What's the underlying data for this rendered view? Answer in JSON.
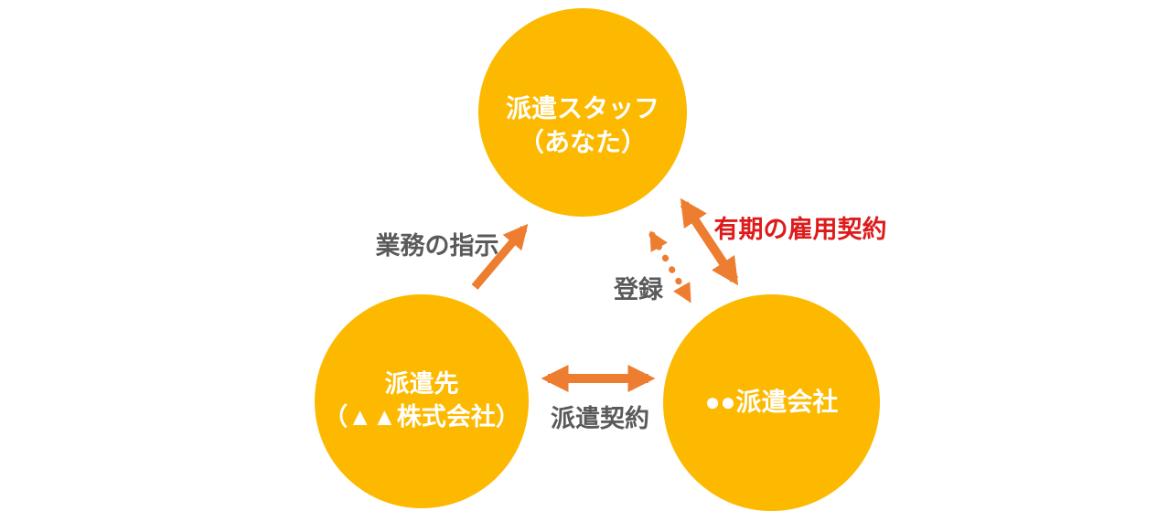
{
  "colors": {
    "background": "#FFFFFF",
    "node_fill": "#FCB900",
    "node_text": "#FFFFFF",
    "arrow": "#ED7D31",
    "label_gray": "#5A5A5A",
    "label_red": "#DE1B1B"
  },
  "nodes": {
    "staff": {
      "line1": "派遣スタッフ",
      "line2": "（あなた）"
    },
    "client": {
      "line1": "派遣先",
      "line2": "（▲▲株式会社）"
    },
    "agency": {
      "line1": "●●派遣会社"
    }
  },
  "edges": {
    "work_instructions": {
      "label": "業務の指示",
      "style": "solid",
      "arrows": "one-way",
      "from": "client",
      "to": "staff"
    },
    "employment_contract": {
      "label": "有期の雇用契約",
      "style": "solid",
      "arrows": "two-way",
      "from": "staff",
      "to": "agency"
    },
    "registration": {
      "label": "登録",
      "style": "dotted",
      "arrows": "two-way",
      "from": "staff",
      "to": "agency"
    },
    "dispatch_contract": {
      "label": "派遣契約",
      "style": "solid",
      "arrows": "two-way",
      "from": "client",
      "to": "agency"
    }
  }
}
